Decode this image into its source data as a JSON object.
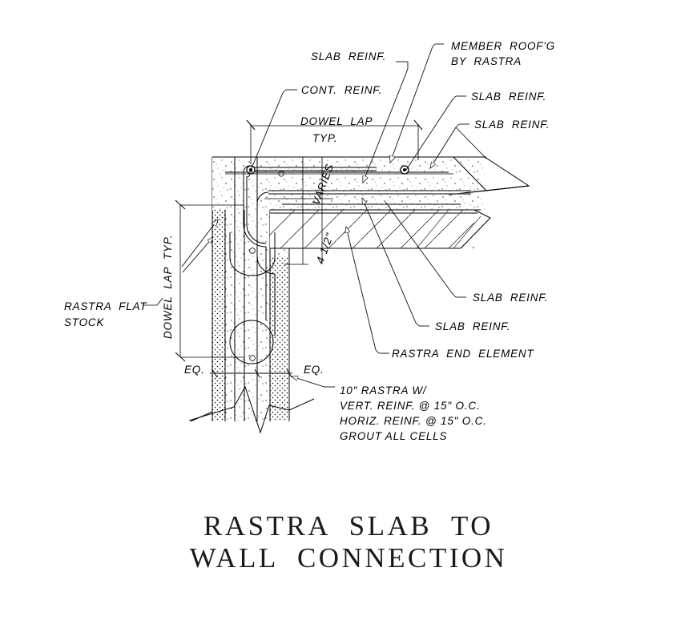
{
  "drawing": {
    "title_line1": "RASTRA  SLAB  TO",
    "title_line2": "WALL  CONNECTION",
    "ink_color": "#000000",
    "background_color": "#ffffff"
  },
  "labels": {
    "slab_reinf_top_left": "SLAB  REINF.",
    "member_roofg_line1": "MEMBER  ROOF'G",
    "member_roofg_line2": "BY  RASTRA",
    "cont_reinf": "CONT.  REINF.",
    "slab_reinf_right_upper": "SLAB  REINF.",
    "slab_reinf_right_lower": "SLAB  REINF.",
    "dowel_lap_top_line1": "DOWEL  LAP",
    "dowel_lap_top_line2": "TYP.",
    "dowel_lap_vertical": "DOWEL  LAP  TYP.",
    "varies_vertical": "VARIES",
    "thickness_vertical": "4 1/2\"",
    "rastra_flat_stock_line1": "RASTRA  FLAT",
    "rastra_flat_stock_line2": "STOCK",
    "slab_reinf_mid_right": "SLAB  REINF.",
    "slab_reinf_low_right": "SLAB  REINF.",
    "rastra_end_element": "RASTRA  END  ELEMENT",
    "eq_left": "EQ.",
    "eq_right": "EQ.",
    "rastra_note_line1": "10\" RASTRA W/",
    "rastra_note_line2": "VERT. REINF. @ 15\" O.C.",
    "rastra_note_line3": "HORIZ. REINF. @ 15\" O.C.",
    "rastra_note_line4": "GROUT ALL CELLS"
  }
}
